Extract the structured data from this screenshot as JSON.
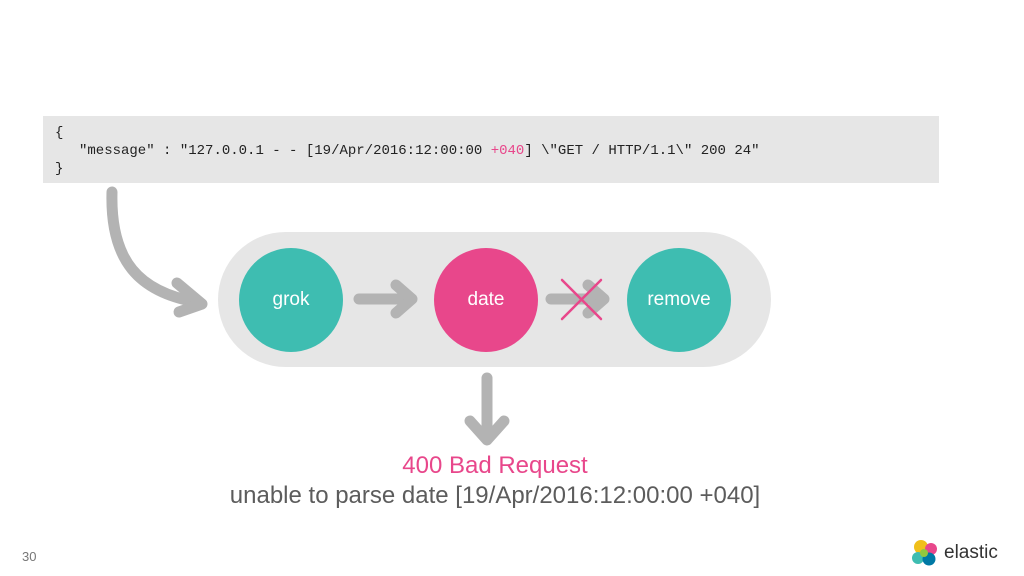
{
  "code": {
    "open_brace": "{",
    "key": "\"message\"",
    "separator": " : ",
    "value_prefix": "\"127.0.0.1 - - [19/Apr/2016:12:00:00 ",
    "value_timezone": "+040",
    "value_suffix": "] \\\"GET / HTTP/1.1\\\" 200 24\"",
    "close_brace": "}"
  },
  "pipeline": {
    "nodes": [
      {
        "label": "grok",
        "color": "#3ebdb1"
      },
      {
        "label": "date",
        "color": "#e8478b"
      },
      {
        "label": "remove",
        "color": "#3ebdb1"
      }
    ],
    "background_color": "#e6e6e6",
    "arrow_color": "#b3b3b3",
    "failure_mark_color": "#e8478b"
  },
  "error": {
    "title": "400 Bad Request",
    "detail": "unable to parse date [19/Apr/2016:12:00:00 +040]"
  },
  "footer": {
    "page_number": "30",
    "logo_text": "elastic"
  }
}
